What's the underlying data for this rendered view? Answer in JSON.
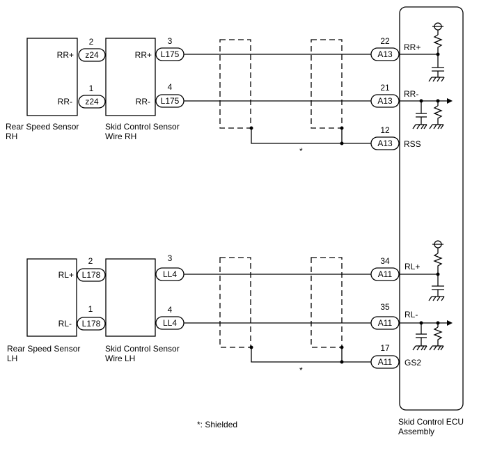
{
  "rh": {
    "sensor_name_1": "Rear Speed Sensor",
    "sensor_name_2": "RH",
    "wire_name_1": "Skid Control Sensor",
    "wire_name_2": "Wire RH",
    "sensor_plus": "RR+",
    "sensor_minus": "RR-",
    "pin_s_plus": "2",
    "pin_s_minus": "1",
    "conn_s_plus": "z24",
    "conn_s_minus": "z24",
    "wire_plus": "RR+",
    "wire_minus": "RR-",
    "pin_w_plus": "3",
    "pin_w_minus": "4",
    "conn_w_plus": "L175",
    "conn_w_minus": "L175",
    "ecu_pin_plus": "22",
    "ecu_pin_minus": "21",
    "ecu_pin_shield": "12",
    "ecu_conn_plus": "A13",
    "ecu_conn_minus": "A13",
    "ecu_conn_shield": "A13",
    "ecu_sig_plus": "RR+",
    "ecu_sig_minus": "RR-",
    "ecu_sig_shield": "RSS",
    "shield_mark": "*"
  },
  "lh": {
    "sensor_name_1": "Rear Speed Sensor",
    "sensor_name_2": "LH",
    "wire_name_1": "Skid Control Sensor",
    "wire_name_2": "Wire LH",
    "sensor_plus": "RL+",
    "sensor_minus": "RL-",
    "pin_s_plus": "2",
    "pin_s_minus": "1",
    "conn_s_plus": "L178",
    "conn_s_minus": "L178",
    "wire_plus": "",
    "wire_minus": "",
    "pin_w_plus": "3",
    "pin_w_minus": "4",
    "conn_w_plus": "LL4",
    "conn_w_minus": "LL4",
    "ecu_pin_plus": "34",
    "ecu_pin_minus": "35",
    "ecu_pin_shield": "17",
    "ecu_conn_plus": "A11",
    "ecu_conn_minus": "A11",
    "ecu_conn_shield": "A11",
    "ecu_sig_plus": "RL+",
    "ecu_sig_minus": "RL-",
    "ecu_sig_shield": "GS2",
    "shield_mark": "*"
  },
  "ecu": {
    "name_1": "Skid Control ECU",
    "name_2": "Assembly"
  },
  "legend": {
    "shielded": "*: Shielded"
  }
}
